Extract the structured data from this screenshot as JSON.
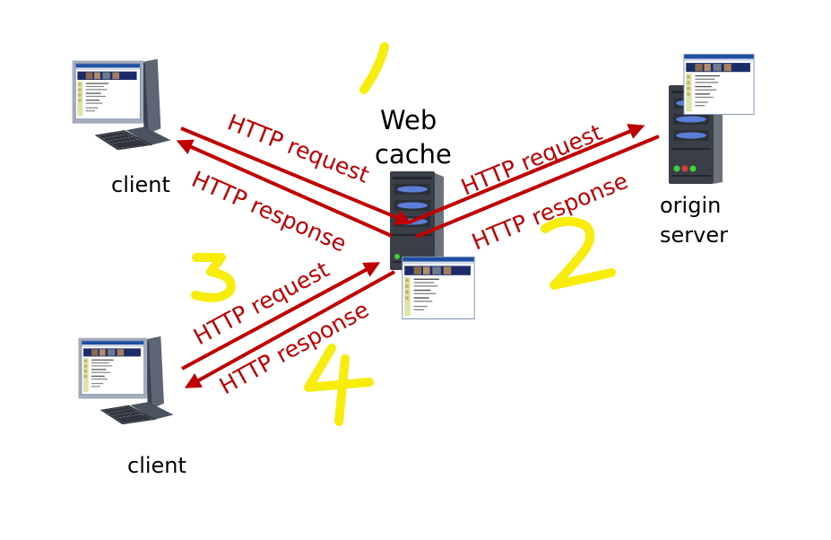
{
  "labels": {
    "client_top": "client",
    "client_bottom": "client",
    "cache": "Web\ncache",
    "origin": "origin\nserver"
  },
  "arrows": {
    "top_request": "HTTP request",
    "top_response": "HTTP response",
    "origin_request": "HTTP request",
    "origin_response": "HTTP response",
    "bottom_request": "HTTP request",
    "bottom_response": "HTTP response"
  },
  "annotations": [
    "1",
    "2",
    "3",
    "4"
  ],
  "colors": {
    "arrow": "#c00000",
    "annotation": "#f7ec0c",
    "browser_titlebar": "#1f4fa0"
  },
  "icons": [
    "computer-icon",
    "server-icon",
    "browser-window-icon"
  ]
}
